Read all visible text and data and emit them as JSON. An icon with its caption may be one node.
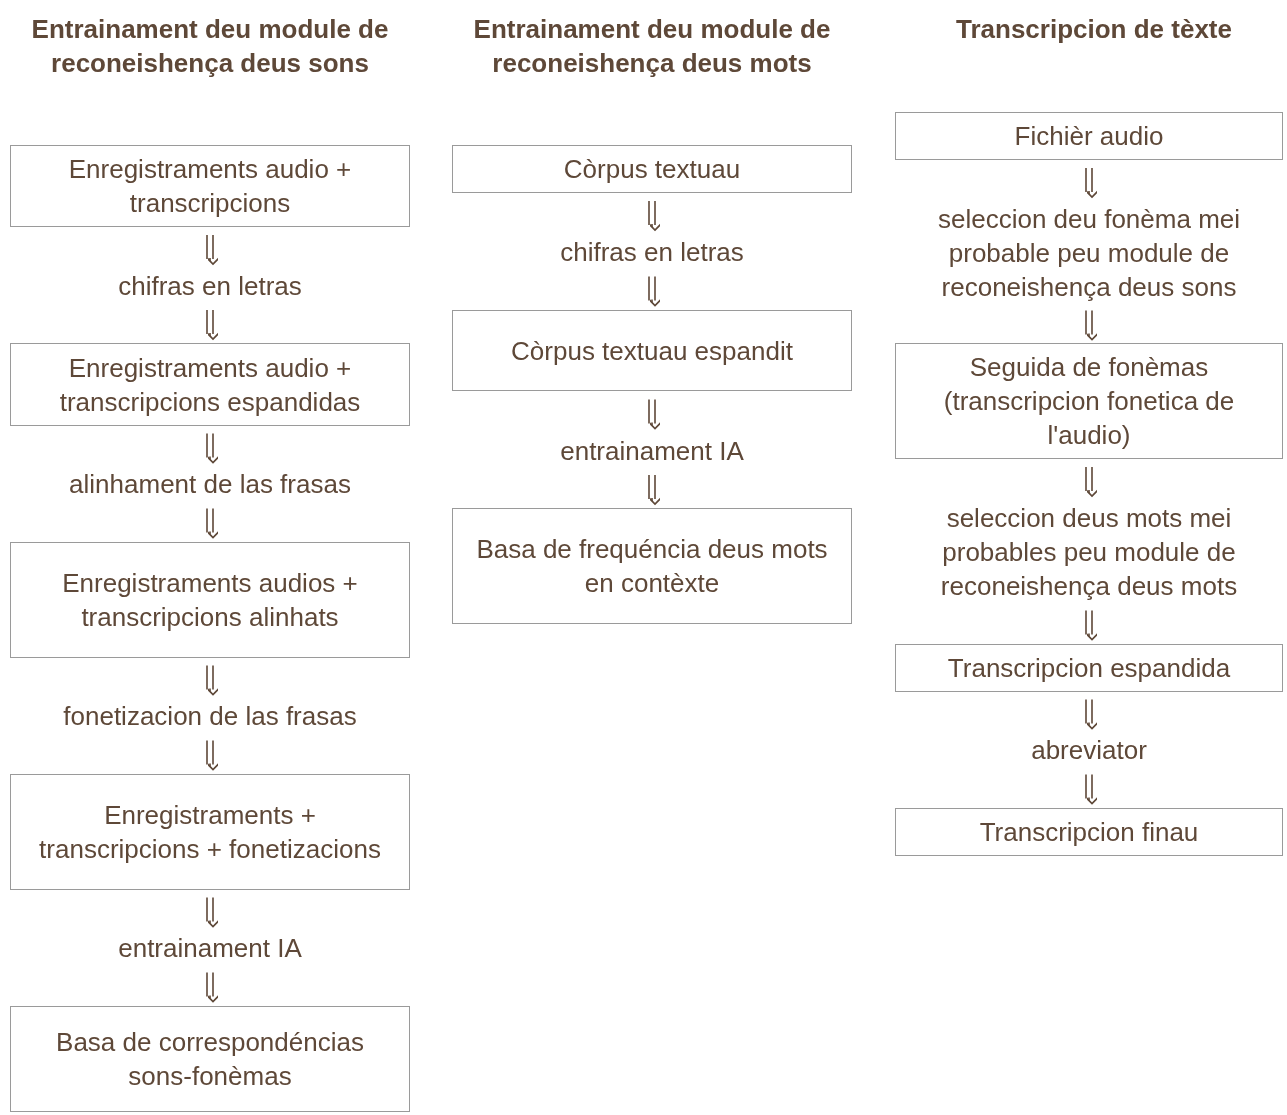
{
  "diagram": {
    "nodes": [
      {
        "text": [
          "Enregistraments audio + transcripcions"
        ]
      },
      {
        "text": [
          "chifras en letras"
        ]
      },
      {
        "text": [
          "Enregistraments audio + transcripcions espandidas"
        ]
      },
      {
        "text": [
          "alinhament de las frasas"
        ]
      },
      {
        "text": [
          "Enregistraments audios + transcripcions alinhats"
        ]
      },
      {
        "text": [
          "fonetizacion de las frasas"
        ]
      },
      {
        "text": [
          "Enregistraments + transcripcions + fonetizacions"
        ]
      },
      {
        "text": [
          "entrainament IA"
        ]
      },
      {
        "text": [
          "Basa de correspondéncias sons-fonèmas"
        ]
      },
      {
        "text": [
          "Còrpus textuau"
        ]
      },
      {
        "text": [
          "chifras en letras"
        ]
      },
      {
        "text": [
          "Còrpus textuau espandit"
        ]
      },
      {
        "text": [
          "entrainament IA"
        ]
      },
      {
        "text": [
          "Basa de frequéncia deus mots en contèxte"
        ]
      },
      {
        "text": [
          "Fichièr audio"
        ]
      },
      {
        "text": [
          "seleccion deu fonèma mei probable peu module de reconeishença deus sons"
        ]
      },
      {
        "text": [
          "Seguida de fonèmas (transcripcion fonetica de l'audio)"
        ]
      },
      {
        "text": [
          "seleccion deus mots mei probables peu module de reconeishença deus mots"
        ]
      },
      {
        "text": [
          "Transcripcion espandida"
        ]
      },
      {
        "text": [
          "abreviator"
        ]
      },
      {
        "text": [
          "Transcripcion finau"
        ]
      }
    ],
    "edges": [
      {
        "from": 0,
        "to": 1,
        "arrow": "to"
      },
      {
        "from": 1,
        "to": 2,
        "arrow": "to"
      },
      {
        "from": 2,
        "to": 3,
        "arrow": "to"
      },
      {
        "from": 3,
        "to": 4,
        "arrow": "to"
      },
      {
        "from": 4,
        "to": 5,
        "arrow": "to"
      },
      {
        "from": 5,
        "to": 6,
        "arrow": "to"
      },
      {
        "from": 6,
        "to": 7,
        "arrow": "to"
      },
      {
        "from": 7,
        "to": 8,
        "arrow": "to"
      },
      {
        "from": 9,
        "to": 10,
        "arrow": "to"
      },
      {
        "from": 10,
        "to": 11,
        "arrow": "to"
      },
      {
        "from": 11,
        "to": 12,
        "arrow": "to"
      },
      {
        "from": 12,
        "to": 13,
        "arrow": "to"
      },
      {
        "from": 14,
        "to": 15,
        "arrow": "to"
      },
      {
        "from": 15,
        "to": 16,
        "arrow": "to"
      },
      {
        "from": 16,
        "to": 17,
        "arrow": "to"
      },
      {
        "from": 17,
        "to": 18,
        "arrow": "to"
      },
      {
        "from": 18,
        "to": 19,
        "arrow": "to"
      },
      {
        "from": 19,
        "to": 20,
        "arrow": "to"
      }
    ],
    "labels": [
      "Entrainament deu module de reconeishença deus sons",
      "Entrainament deu module de reconeishença deus mots",
      "Transcripcion de tèxte"
    ]
  }
}
